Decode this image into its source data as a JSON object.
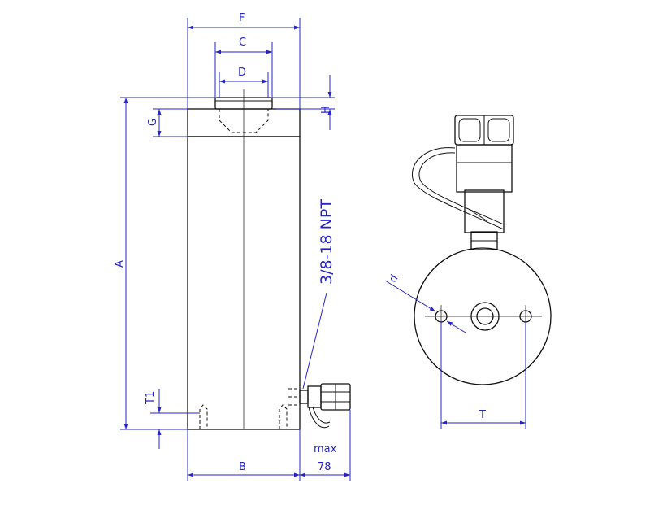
{
  "dimensions": {
    "F": "F",
    "C": "C",
    "D": "D",
    "H": "H",
    "G": "G",
    "A": "A",
    "B": "B",
    "T1": "T1",
    "T": "T",
    "small_d": "d",
    "max_label": "max",
    "max_value": "78"
  },
  "port_label": "3/8-18 NPT",
  "colors": {
    "dimension": "#2424c8",
    "outline": "#111111"
  }
}
